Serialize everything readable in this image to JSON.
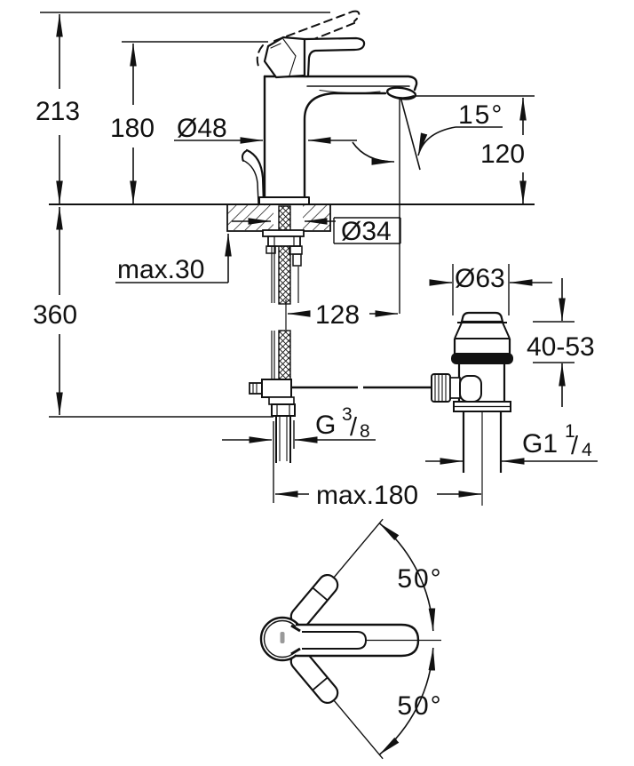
{
  "drawing": {
    "title": "faucet-installation-dimension-drawing",
    "colors": {
      "ink": "#111111",
      "paper": "#ffffff"
    },
    "dims": {
      "total_height": "213",
      "handle_height": "180",
      "body_dia": "Ø48",
      "spout_angle": "15°",
      "outlet_height": "120",
      "hole_dia": "Ø34",
      "deck_thickness": "max.30",
      "install_depth": "360",
      "spout_reach": "128",
      "flange_dia": "Ø63",
      "clamp_range": "40-53",
      "reach_max": "max.180",
      "swivel_top": "50°",
      "swivel_bottom": "50°",
      "supply": {
        "prefix": "G",
        "num": "3",
        "slash": "/",
        "den": "8"
      },
      "waste": {
        "prefix": "G1",
        "num": "1",
        "slash": "/",
        "den": "4"
      }
    }
  }
}
